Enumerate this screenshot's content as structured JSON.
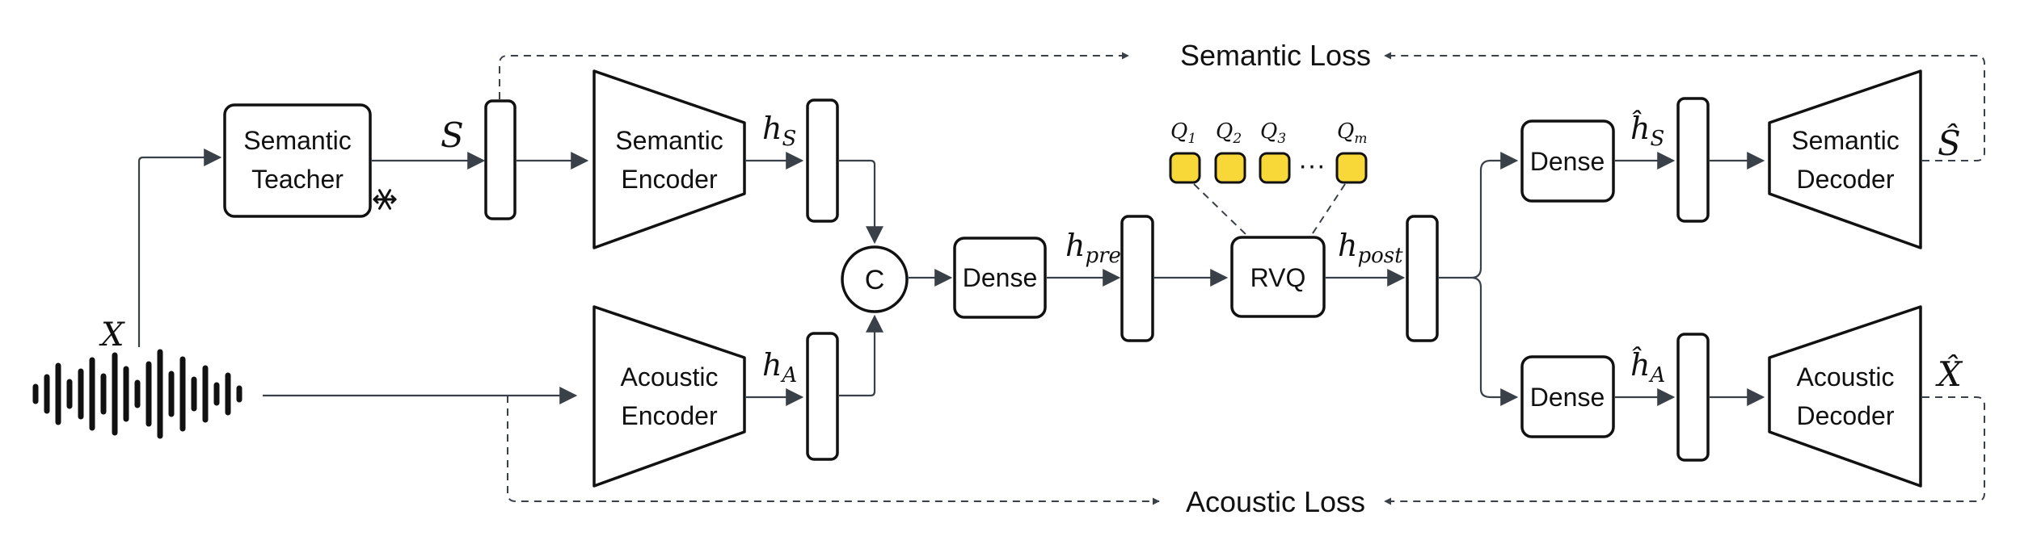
{
  "blocks": {
    "semantic_teacher": "Semantic\nTeacher",
    "semantic_encoder": "Semantic\nEncoder",
    "acoustic_encoder": "Acoustic\nEncoder",
    "concat": "C",
    "dense_pre": "Dense",
    "rvq": "RVQ",
    "dense_sem": "Dense",
    "dense_ac": "Dense",
    "semantic_decoder": "Semantic\nDecoder",
    "acoustic_decoder": "Acoustic\nDecoder"
  },
  "losses": {
    "semantic": "Semantic Loss",
    "acoustic": "Acoustic Loss"
  },
  "symbols": {
    "x": "X",
    "s": "S",
    "h_s": {
      "base": "h",
      "sub": "S"
    },
    "h_a": {
      "base": "h",
      "sub": "A"
    },
    "h_pre": {
      "base": "h",
      "sub": "pre"
    },
    "h_post": {
      "base": "h",
      "sub": "post"
    },
    "h_s_hat": {
      "base": "ĥ",
      "sub": "S"
    },
    "h_a_hat": {
      "base": "ĥ",
      "sub": "A"
    },
    "s_hat": "Ŝ",
    "x_hat": "X̂"
  },
  "codebooks": [
    {
      "base": "Q",
      "sub": "1"
    },
    {
      "base": "Q",
      "sub": "2"
    },
    {
      "base": "Q",
      "sub": "3"
    },
    {
      "base": "Q",
      "sub": "m"
    }
  ],
  "codebook_ellipsis": "···",
  "frozen_icon": "snowflake-icon",
  "colors": {
    "codebook_fill": "#f7d838",
    "line": "#3a4048",
    "stroke": "#111111"
  }
}
